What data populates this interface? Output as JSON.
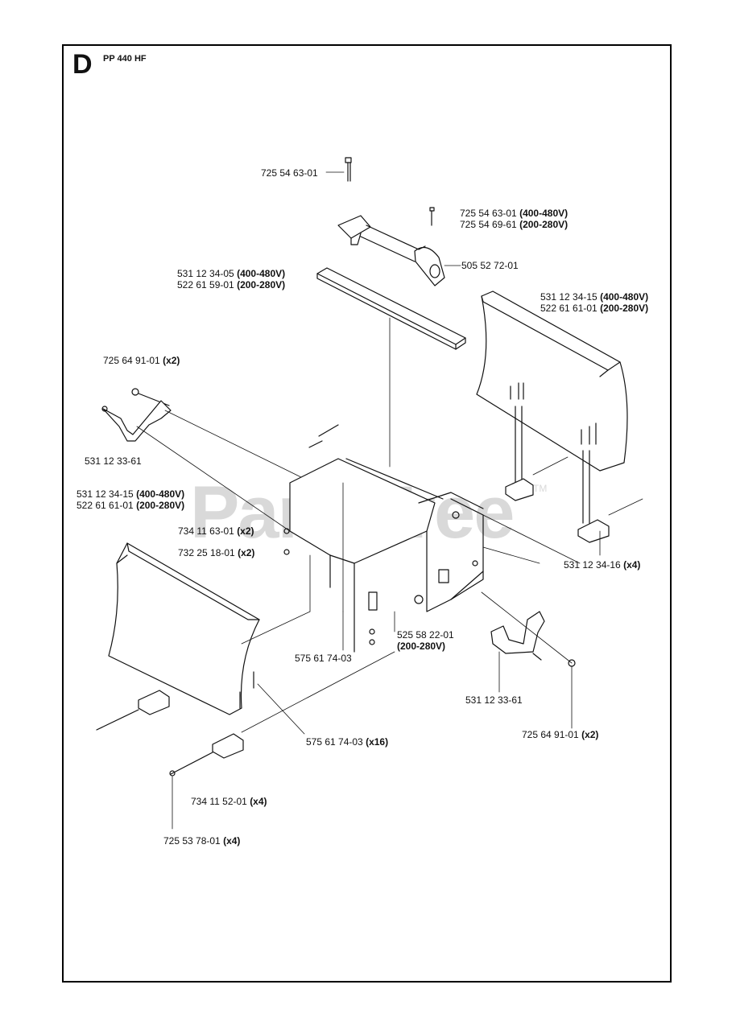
{
  "section_letter": "D",
  "model": "PP 440 HF",
  "watermark": "PartsTree",
  "watermark_tm": "TM",
  "labels": {
    "l1": {
      "part": "725 54 63-01",
      "note": ""
    },
    "l2a": {
      "part": "725 54 63-01",
      "note": "(400-480V)"
    },
    "l2b": {
      "part": "725 54 69-61",
      "note": "(200-280V)"
    },
    "l3": {
      "part": "505 52 72-01",
      "note": ""
    },
    "l4a": {
      "part": "531 12 34-05",
      "note": "(400-480V)"
    },
    "l4b": {
      "part": "522 61 59-01",
      "note": "(200-280V)"
    },
    "l5a": {
      "part": "531 12 34-15",
      "note": "(400-480V)"
    },
    "l5b": {
      "part": "522 61 61-01",
      "note": "(200-280V)"
    },
    "l6": {
      "part": "725 64 91-01",
      "note": "(x2)"
    },
    "l7": {
      "part": "531 12 33-61",
      "note": ""
    },
    "l8a": {
      "part": "531 12 34-15",
      "note": "(400-480V)"
    },
    "l8b": {
      "part": "522 61 61-01",
      "note": "(200-280V)"
    },
    "l9": {
      "part": "734 11 63-01",
      "note": "(x2)"
    },
    "l10": {
      "part": "732 25 18-01",
      "note": "(x2)"
    },
    "l11": {
      "part": "531 12 34-16",
      "note": "(x4)"
    },
    "l12a": {
      "part": "525 58 22-01",
      "note": ""
    },
    "l12b": {
      "part": "",
      "note": "(200-280V)"
    },
    "l13": {
      "part": "575 61 74-03",
      "note": ""
    },
    "l14": {
      "part": "531 12 33-61",
      "note": ""
    },
    "l15": {
      "part": "725 64 91-01",
      "note": "(x2)"
    },
    "l16": {
      "part": "575 61 74-03",
      "note": "(x16)"
    },
    "l17": {
      "part": "734 11 52-01",
      "note": "(x4)"
    },
    "l18": {
      "part": "725 53 78-01",
      "note": "(x4)"
    }
  }
}
